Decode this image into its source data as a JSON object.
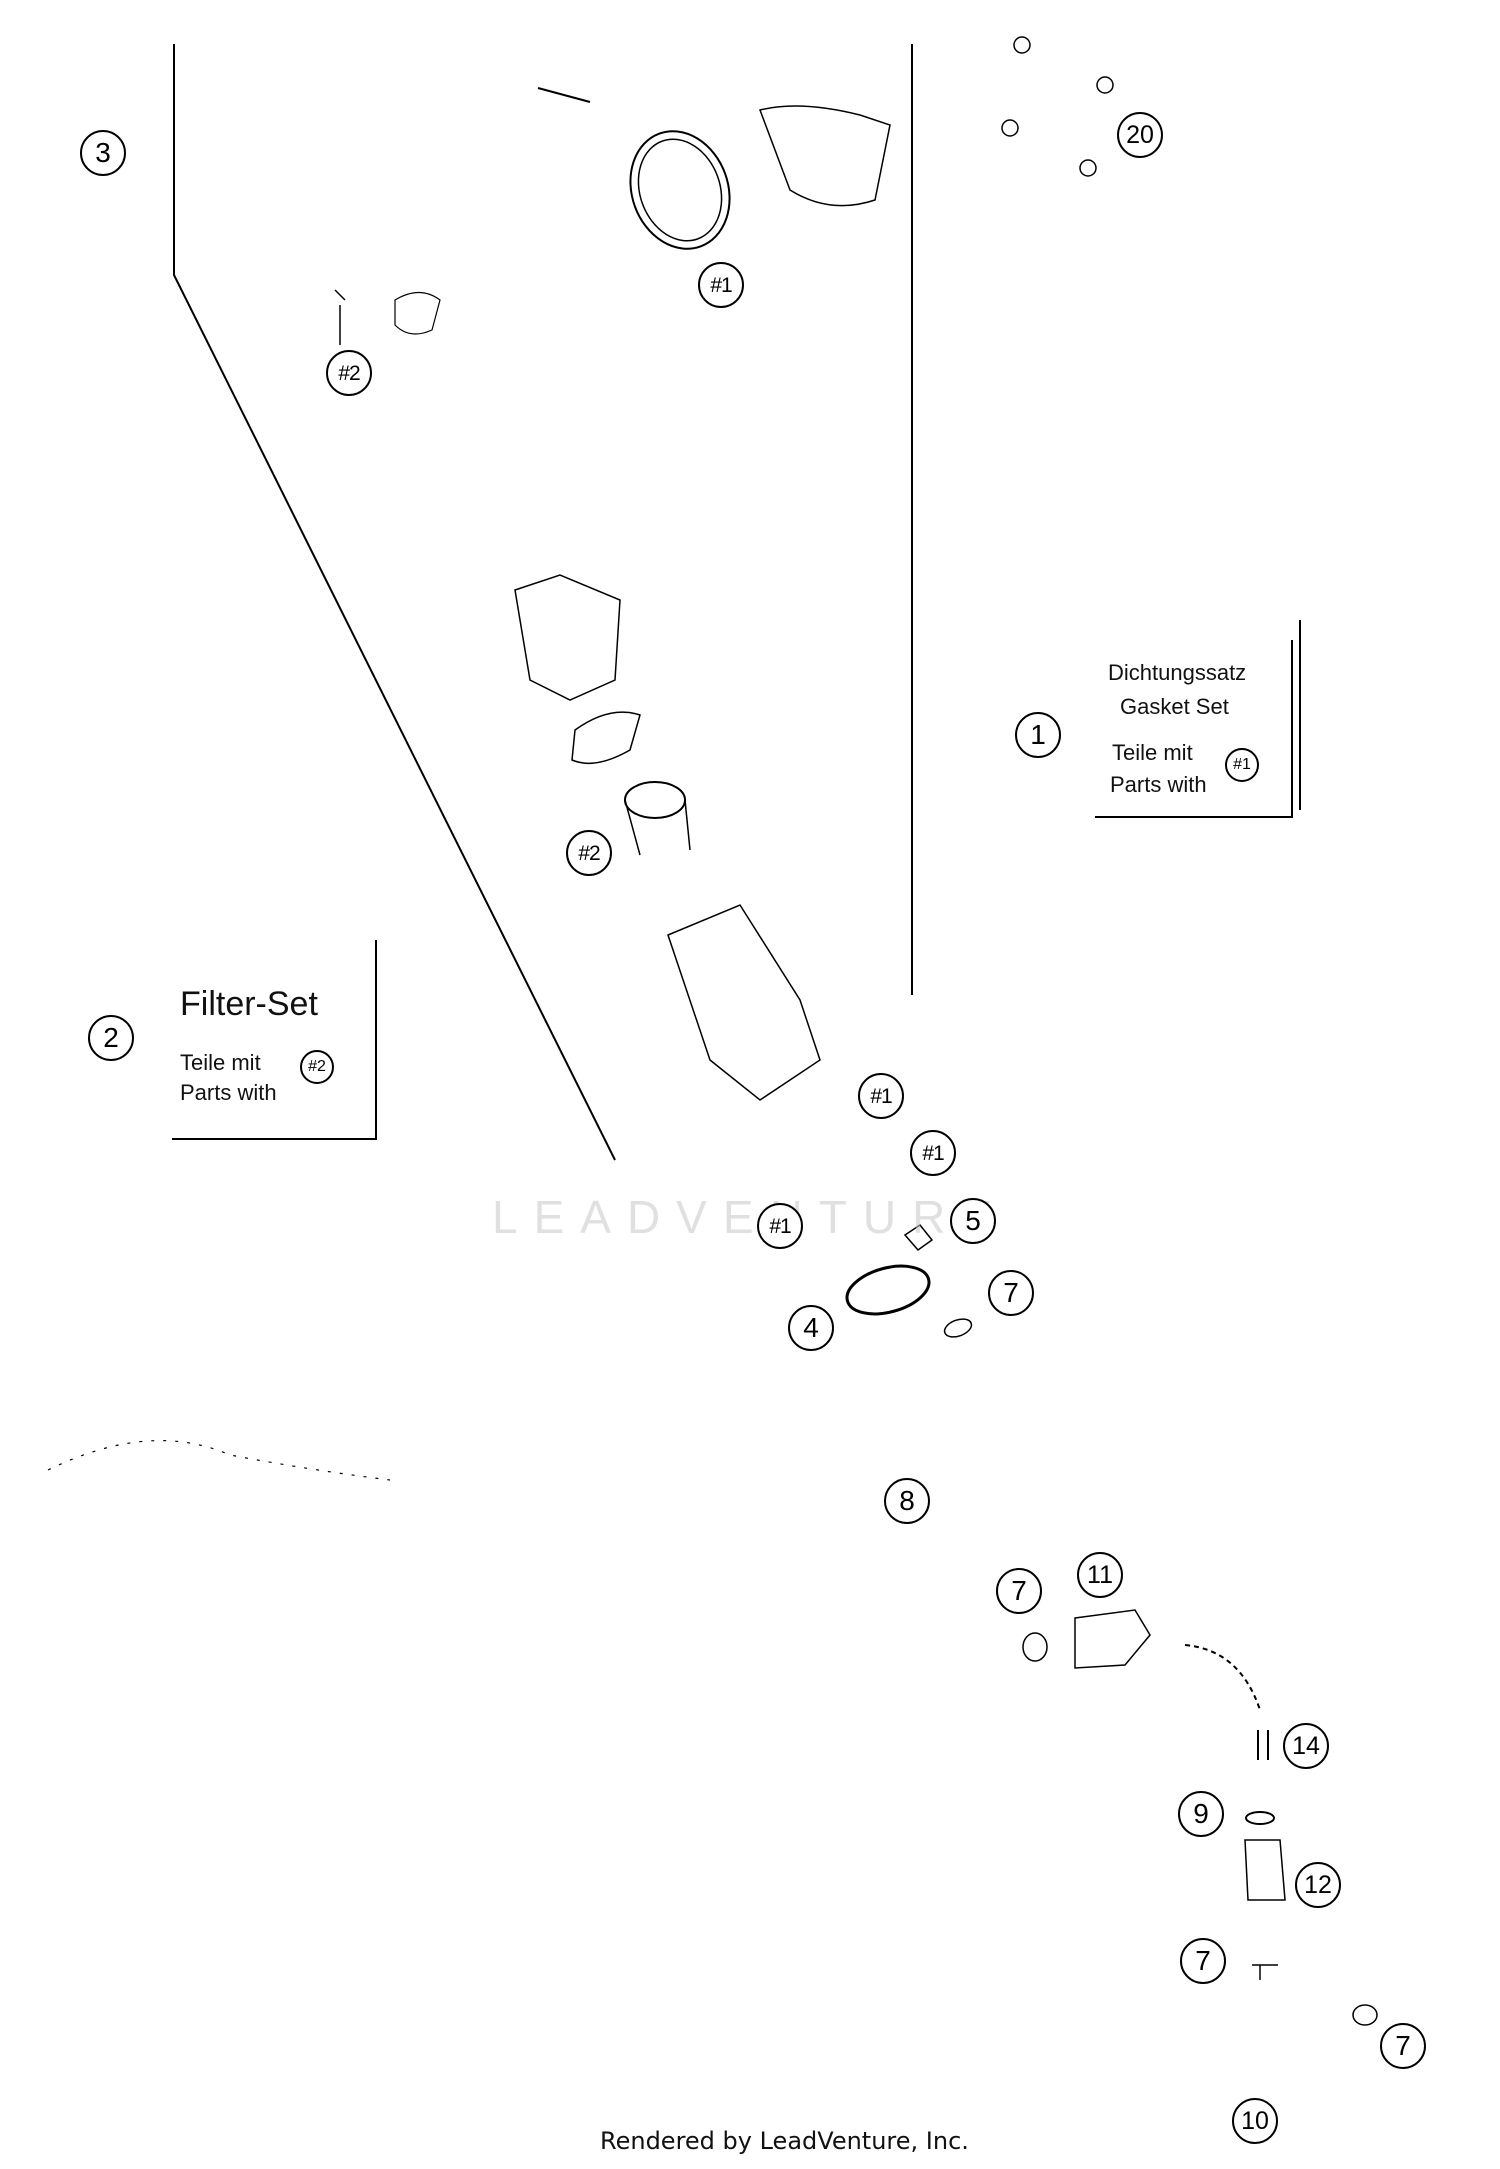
{
  "callouts": {
    "c3": "3",
    "c20": "20",
    "c1": "1",
    "c2": "2",
    "ref1_top": "#1",
    "ref2_left": "#2",
    "ref2_mid": "#2",
    "ref1_a": "#1",
    "ref1_b": "#1",
    "ref1_c": "#1",
    "c5": "5",
    "c4": "4",
    "c7_a": "7",
    "c8": "8",
    "c7_b": "7",
    "c11": "11",
    "c14": "14",
    "c9": "9",
    "c12": "12",
    "c7_c": "7",
    "c7_d": "7",
    "c10": "10"
  },
  "gasket_kit": {
    "title_de": "Dichtungssatz",
    "title_en": "Gasket Set",
    "line_de": "Teile mit",
    "line_en": "Parts with",
    "ref": "#1"
  },
  "filter_kit": {
    "title": "Filter-Set",
    "line_de": "Teile mit",
    "line_en": "Parts with",
    "ref": "#2"
  },
  "watermark": "LEADVENTURE",
  "footer": "Rendered by LeadVenture, Inc."
}
